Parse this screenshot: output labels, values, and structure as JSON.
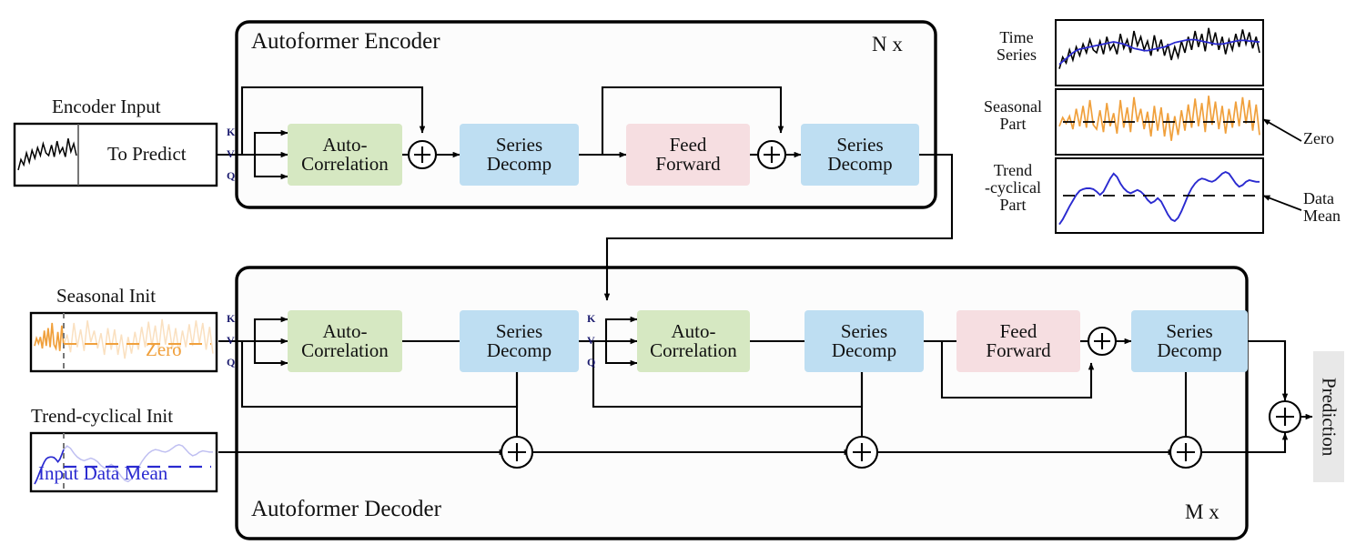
{
  "diagram": {
    "title": "Autoformer architecture",
    "colors": {
      "auto_correlation": "#d6e8c2",
      "series_decomp": "#bedef2",
      "feed_forward": "#f6dee1",
      "seasonal_orange": "#f0a03c",
      "trend_blue": "#2a2ad0",
      "prediction_bg": "#e8e8e8",
      "kvq_label": "#1a1a6e"
    }
  },
  "encoder": {
    "title": "Autoformer Encoder",
    "repeat": "N x",
    "input": {
      "caption": "Encoder Input",
      "to_predict_label": "To Predict"
    },
    "kvq": [
      "K",
      "V",
      "Q"
    ],
    "blocks": [
      {
        "label": "Auto-\nCorrelation",
        "kind": "auto-correlation"
      },
      {
        "label": "Series\nDecomp",
        "kind": "series-decomp"
      },
      {
        "label": "Feed\nForward",
        "kind": "feed-forward"
      },
      {
        "label": "Series\nDecomp",
        "kind": "series-decomp"
      }
    ],
    "adders": [
      "+",
      "+"
    ]
  },
  "decoder": {
    "title": "Autoformer Decoder",
    "repeat": "M x",
    "inputs": [
      {
        "caption": "Seasonal Init",
        "inline_label": "Zero"
      },
      {
        "caption": "Trend-cyclical Init",
        "inline_label": "Input Data Mean"
      }
    ],
    "kvq": [
      "K",
      "V",
      "Q"
    ],
    "blocks": [
      {
        "label": "Auto-\nCorrelation",
        "kind": "auto-correlation"
      },
      {
        "label": "Series\nDecomp",
        "kind": "series-decomp"
      },
      {
        "label": "Auto-\nCorrelation",
        "kind": "auto-correlation"
      },
      {
        "label": "Series\nDecomp",
        "kind": "series-decomp"
      },
      {
        "label": "Feed\nForward",
        "kind": "feed-forward"
      },
      {
        "label": "Series\nDecomp",
        "kind": "series-decomp"
      }
    ],
    "adders": [
      "+",
      "+",
      "+",
      "+",
      "+",
      "+",
      "+"
    ],
    "output": {
      "label": "Prediction"
    }
  },
  "decomposition_panels": {
    "rows": [
      {
        "caption": "Time\nSeries",
        "annotation": ""
      },
      {
        "caption": "Seasonal\nPart",
        "annotation": "Zero"
      },
      {
        "caption": "Trend\n-cyclical\nPart",
        "annotation": "Data\nMean"
      }
    ]
  },
  "chart_data": {
    "type": "line",
    "title": "Series decomposition illustration",
    "panels": [
      {
        "name": "Time Series",
        "series": [
          {
            "name": "raw",
            "color": "#000000",
            "values": [
              18,
              34,
              26,
              44,
              30,
              48,
              36,
              52,
              40,
              58,
              44,
              40,
              56,
              38,
              62,
              44,
              52,
              38,
              66,
              46,
              58,
              40,
              70,
              50,
              62,
              44,
              56,
              36,
              64,
              42,
              58,
              36,
              52,
              30,
              48,
              34,
              56,
              40,
              62,
              44,
              70,
              48,
              66,
              42,
              74,
              50,
              68,
              44,
              62,
              38,
              58,
              44,
              66,
              48,
              72,
              52,
              68,
              46,
              62,
              40
            ]
          },
          {
            "name": "trend",
            "color": "#2a2ad0",
            "values": [
              24,
              28,
              32,
              36,
              40,
              43,
              45,
              46,
              47,
              48,
              49,
              50,
              51,
              52,
              53,
              54,
              55,
              54,
              53,
              52,
              50,
              48,
              46,
              45,
              44,
              43,
              43,
              44,
              45,
              46,
              47,
              48,
              50,
              52,
              54,
              55,
              56,
              57,
              58,
              58,
              58,
              57,
              56,
              55,
              54,
              53,
              52,
              52,
              52,
              53,
              54,
              55,
              56,
              57,
              57,
              57,
              56,
              56,
              55,
              55
            ]
          }
        ],
        "ylim": [
          0,
          80
        ]
      },
      {
        "name": "Seasonal Part",
        "zero_line": 0,
        "series": [
          {
            "name": "seasonal",
            "color": "#f0a03c",
            "values": [
              -6,
              6,
              -2,
              8,
              -10,
              18,
              -6,
              22,
              -8,
              30,
              -4,
              -10,
              16,
              -14,
              26,
              -6,
              12,
              -16,
              30,
              -8,
              20,
              -14,
              34,
              0,
              18,
              -10,
              14,
              -20,
              22,
              -12,
              20,
              -20,
              12,
              -26,
              8,
              -18,
              16,
              -12,
              24,
              -8,
              32,
              -6,
              26,
              -14,
              36,
              -4,
              28,
              -10,
              22,
              -16,
              18,
              -8,
              28,
              -6,
              34,
              -2,
              30,
              -12,
              24,
              -18
            ]
          }
        ],
        "ylim": [
          -40,
          40
        ]
      },
      {
        "name": "Trend-cyclical Part",
        "mean_line": 0,
        "series": [
          {
            "name": "trend",
            "color": "#2a2ad0",
            "values": [
              -34,
              -28,
              -20,
              -12,
              -5,
              2,
              7,
              9,
              10,
              10,
              9,
              6,
              2,
              6,
              14,
              22,
              28,
              24,
              16,
              10,
              6,
              4,
              6,
              8,
              6,
              2,
              -4,
              -8,
              -6,
              -2,
              -6,
              -14,
              -22,
              -28,
              -30,
              -26,
              -18,
              -8,
              2,
              10,
              16,
              20,
              22,
              21,
              19,
              18,
              20,
              24,
              28,
              30,
              28,
              22,
              16,
              12,
              14,
              18,
              20,
              19,
              18,
              18
            ]
          }
        ],
        "ylim": [
          -40,
          40
        ]
      }
    ]
  }
}
